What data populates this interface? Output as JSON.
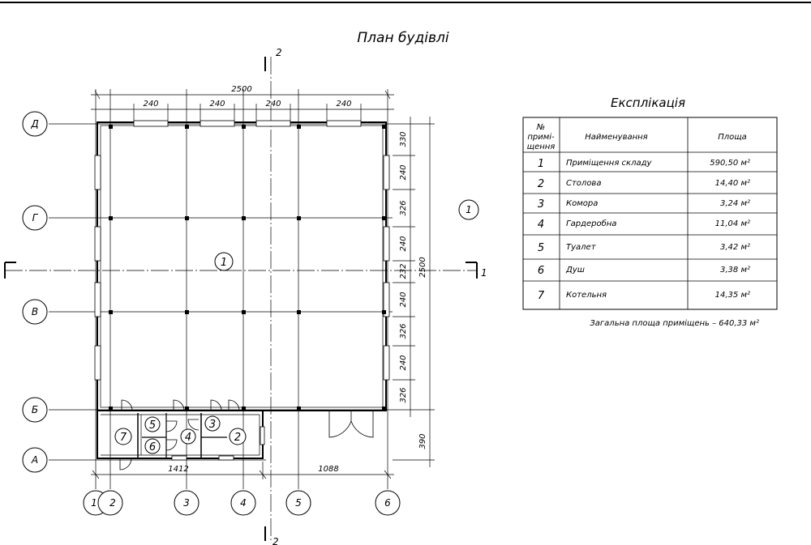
{
  "title": "План будівлі",
  "dimensions": {
    "overall_top": "2500",
    "top_segments": [
      "240",
      "240",
      "240",
      "240"
    ],
    "right_segments": [
      "330",
      "240",
      "326",
      "240",
      "232",
      "240",
      "326",
      "240",
      "326"
    ],
    "right_overall": "2500",
    "right_lower": "390",
    "bottom_left": "1412",
    "bottom_right": "1088"
  },
  "axes": {
    "rows": [
      "Д",
      "Г",
      "В",
      "Б",
      "А"
    ],
    "columns": [
      "1",
      "2",
      "3",
      "4",
      "5",
      "6"
    ],
    "section_marks": [
      "1",
      "1",
      "2",
      "2"
    ]
  },
  "room_markers": [
    "1",
    "7",
    "5",
    "6",
    "4",
    "3",
    "2"
  ],
  "explication": {
    "title": "Експлікація",
    "headers": {
      "number": [
        "№",
        "примі-",
        "щення"
      ],
      "name": "Найменування",
      "area": "Площа"
    },
    "rows": [
      {
        "n": "1",
        "name": "Приміщення складу",
        "area": "590,50 м²"
      },
      {
        "n": "2",
        "name": "Столова",
        "area": "14,40 м²"
      },
      {
        "n": "3",
        "name": "Комора",
        "area": "3,24 м²"
      },
      {
        "n": "4",
        "name": "Гардеробна",
        "area": "11,04 м²"
      },
      {
        "n": "5",
        "name": "Туалет",
        "area": "3,42 м²"
      },
      {
        "n": "6",
        "name": "Душ",
        "area": "3,38 м²"
      },
      {
        "n": "7",
        "name": "Котельня",
        "area": "14,35 м²"
      }
    ],
    "total": "Загальна площа приміщень – 640,33 м²"
  }
}
